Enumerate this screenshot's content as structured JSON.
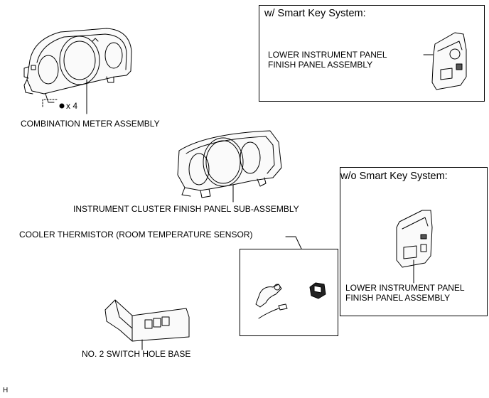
{
  "boxes": {
    "smart_key": {
      "title": "w/ Smart Key System:",
      "part_label": [
        "LOWER INSTRUMENT PANEL",
        "FINISH PANEL ASSEMBLY"
      ]
    },
    "no_smart_key": {
      "title": "w/o Smart Key System:",
      "part_label": [
        "LOWER INSTRUMENT PANEL",
        "FINISH PANEL ASSEMBLY"
      ]
    }
  },
  "labels": {
    "combination_meter": "COMBINATION METER ASSEMBLY",
    "screw_count": "x 4",
    "cluster_panel": "INSTRUMENT CLUSTER FINISH PANEL SUB-ASSEMBLY",
    "thermistor": "COOLER THERMISTOR (ROOM TEMPERATURE SENSOR)",
    "switch_base": "NO. 2 SWITCH HOLE BASE"
  },
  "corner_code": "H"
}
